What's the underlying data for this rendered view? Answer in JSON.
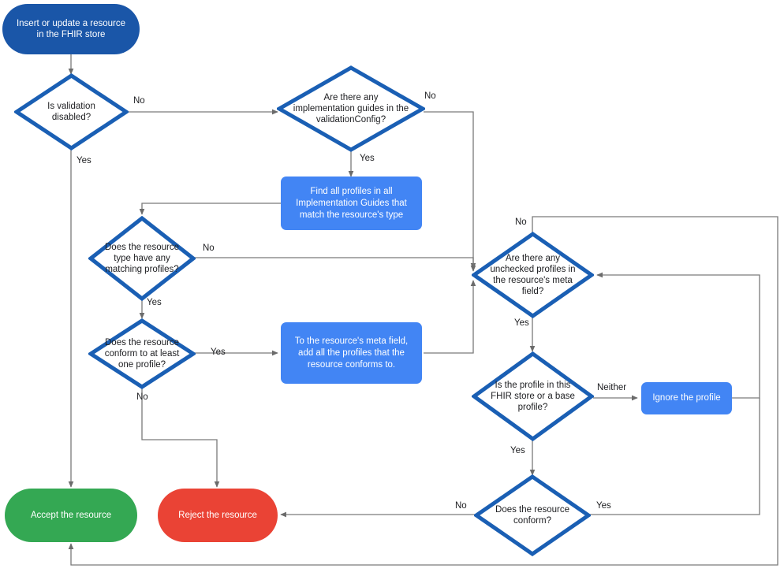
{
  "diagram": {
    "title": "FHIR store resource validation flow",
    "colors": {
      "start": "#1a56a8",
      "process": "#4285f4",
      "accept": "#34a853",
      "reject": "#ea4335",
      "decision_stroke": "#1a5fb4",
      "wire": "#7a7a7a"
    },
    "nodes": {
      "start": "Insert or update a resource in the FHIR store",
      "validation_disabled": "Is validation disabled?",
      "impl_guides": "Are there any implementation guides in the validationConfig?",
      "find_profiles": "Find all profiles in all Implementation Guides that match the resource's type",
      "matching_profiles": "Does the resource type have any matching profiles?",
      "conform_one": "Does the resource conform to at least one profile?",
      "add_profiles": "To the resource's meta field, add all the profiles that the resource conforms to.",
      "unchecked_profiles": "Are there any unchecked profiles in the resource's meta field?",
      "profile_in_store": "Is the profile in this FHIR store or a base profile?",
      "ignore_profile": "Ignore the profile",
      "resource_conform": "Does the resource conform?",
      "accept": "Accept the resource",
      "reject": "Reject the resource"
    },
    "edge_labels": {
      "validation_no": "No",
      "validation_yes": "Yes",
      "impl_no": "No",
      "impl_yes": "Yes",
      "matching_no": "No",
      "matching_yes": "Yes",
      "conform_one_yes": "Yes",
      "conform_one_no": "No",
      "unchecked_no": "No",
      "unchecked_yes": "Yes",
      "profile_neither": "Neither",
      "profile_yes": "Yes",
      "conform_no": "No",
      "conform_yes": "Yes"
    }
  }
}
